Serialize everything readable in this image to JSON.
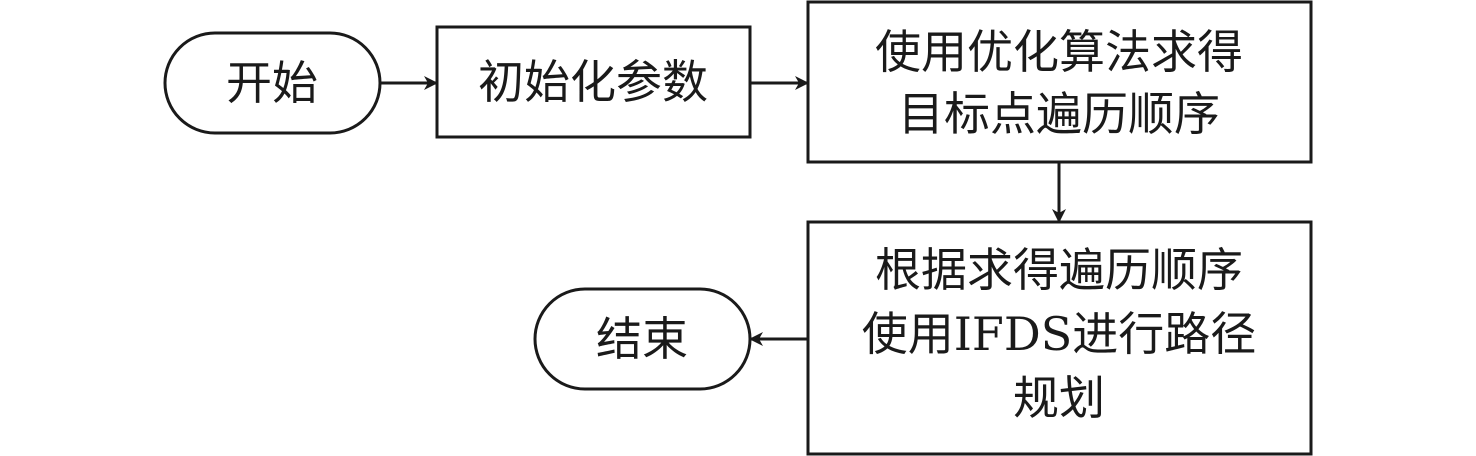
{
  "nodes": {
    "start": {
      "label": "开始"
    },
    "init_params": {
      "label": "初始化参数"
    },
    "optimize": {
      "lines": [
        "使用优化算法求得",
        "目标点遍历顺序"
      ]
    },
    "plan": {
      "lines": [
        "根据求得遍历顺序",
        "使用IFDS进行路径",
        "规划"
      ]
    },
    "end": {
      "label": "结束"
    }
  },
  "colors": {
    "stroke": "#1a1a1a",
    "background": "#ffffff"
  }
}
